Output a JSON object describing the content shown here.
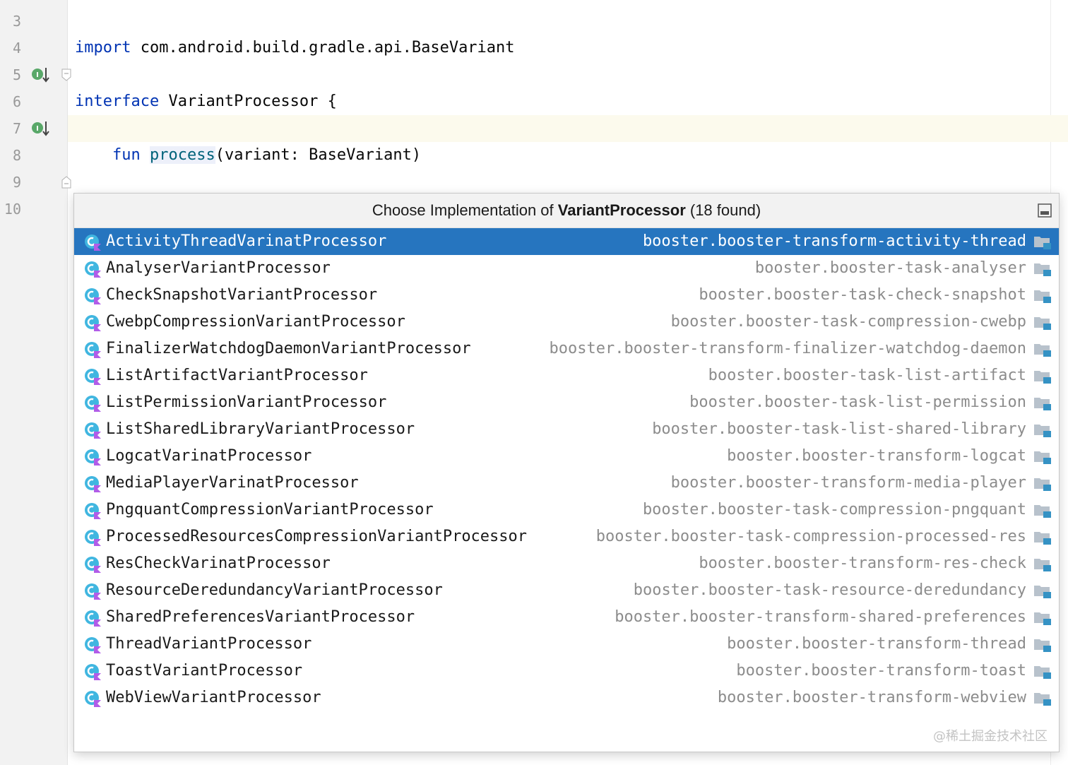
{
  "editor": {
    "line_numbers": [
      "3",
      "4",
      "5",
      "6",
      "7",
      "8",
      "9",
      "10"
    ],
    "line3": {
      "keyword": "import",
      "text": " com.android.build.gradle.api.BaseVariant"
    },
    "line5": {
      "keyword": "interface",
      "text": " VariantProcessor {"
    },
    "line7": {
      "indent": "    ",
      "keyword": "fun",
      "space": " ",
      "fn": "process",
      "text": "(variant: BaseVariant)"
    },
    "line9": {
      "text": "}"
    }
  },
  "popup": {
    "title_prefix": "Choose Implementation of ",
    "title_bold": "VariantProcessor",
    "title_suffix": " (18 found)",
    "selected_index": 0,
    "items": [
      {
        "name": "ActivityThreadVarinatProcessor",
        "module": "booster.booster-transform-activity-thread"
      },
      {
        "name": "AnalyserVariantProcessor",
        "module": "booster.booster-task-analyser"
      },
      {
        "name": "CheckSnapshotVariantProcessor",
        "module": "booster.booster-task-check-snapshot"
      },
      {
        "name": "CwebpCompressionVariantProcessor",
        "module": "booster.booster-task-compression-cwebp"
      },
      {
        "name": "FinalizerWatchdogDaemonVariantProcessor",
        "module": "booster.booster-transform-finalizer-watchdog-daemon"
      },
      {
        "name": "ListArtifactVariantProcessor",
        "module": "booster.booster-task-list-artifact"
      },
      {
        "name": "ListPermissionVariantProcessor",
        "module": "booster.booster-task-list-permission"
      },
      {
        "name": "ListSharedLibraryVariantProcessor",
        "module": "booster.booster-task-list-shared-library"
      },
      {
        "name": "LogcatVarinatProcessor",
        "module": "booster.booster-transform-logcat"
      },
      {
        "name": "MediaPlayerVarinatProcessor",
        "module": "booster.booster-transform-media-player"
      },
      {
        "name": "PngquantCompressionVariantProcessor",
        "module": "booster.booster-task-compression-pngquant"
      },
      {
        "name": "ProcessedResourcesCompressionVariantProcessor",
        "module": "booster.booster-task-compression-processed-res"
      },
      {
        "name": "ResCheckVarinatProcessor",
        "module": "booster.booster-transform-res-check"
      },
      {
        "name": "ResourceDeredundancyVariantProcessor",
        "module": "booster.booster-task-resource-deredundancy"
      },
      {
        "name": "SharedPreferencesVariantProcessor",
        "module": "booster.booster-transform-shared-preferences"
      },
      {
        "name": "ThreadVariantProcessor",
        "module": "booster.booster-transform-thread"
      },
      {
        "name": "ToastVariantProcessor",
        "module": "booster.booster-transform-toast"
      },
      {
        "name": "WebViewVariantProcessor",
        "module": "booster.booster-transform-webview"
      }
    ],
    "watermark": "@稀土掘金技术社区"
  },
  "icons": {
    "class_icon": "kotlin-class-icon",
    "module_icon": "module-folder-icon",
    "gutter_icon": "implemented-interface-icon",
    "pin_icon": "open-in-find-window-icon"
  },
  "colors": {
    "selection": "#2675bf",
    "keyword": "#0033b3",
    "function": "#00627a",
    "module_text": "#8c8c8c",
    "current_line": "#fcfaed"
  }
}
